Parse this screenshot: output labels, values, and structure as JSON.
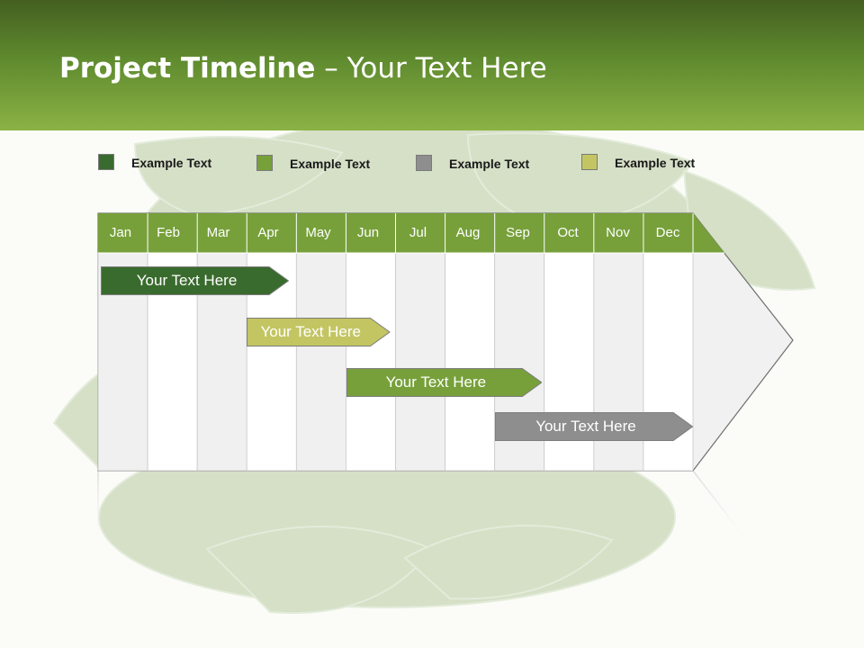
{
  "slide": {
    "title_bold": "Project Timeline",
    "title_rest": " – Your Text Here"
  },
  "legend": [
    {
      "label": "Example Text",
      "color": "#3a6b2e"
    },
    {
      "label": "Example Text",
      "color": "#77a03a"
    },
    {
      "label": "Example Text",
      "color": "#8e8e8e"
    },
    {
      "label": "Example Text",
      "color": "#c3c562"
    }
  ],
  "timeline": {
    "months": [
      "Jan",
      "Feb",
      "Mar",
      "Apr",
      "May",
      "Jun",
      "Jul",
      "Aug",
      "Sep",
      "Oct",
      "Nov",
      "Dec"
    ],
    "header_color": "#77a03a"
  },
  "chart_data": {
    "type": "gantt",
    "categories": [
      "Jan",
      "Feb",
      "Mar",
      "Apr",
      "May",
      "Jun",
      "Jul",
      "Aug",
      "Sep",
      "Oct",
      "Nov",
      "Dec"
    ],
    "tasks": [
      {
        "label": "Your  Text Here",
        "start": 0,
        "end": 3.85,
        "color": "#3a6b2e"
      },
      {
        "label": "Your  Text Here",
        "start": 2.95,
        "end": 5.9,
        "color": "#c3c562"
      },
      {
        "label": "Your  Text Here",
        "start": 4.95,
        "end": 8.95,
        "color": "#77a03a"
      },
      {
        "label": "Your  Text Here",
        "start": 7.95,
        "end": 12,
        "color": "#8e8e8e"
      }
    ]
  }
}
